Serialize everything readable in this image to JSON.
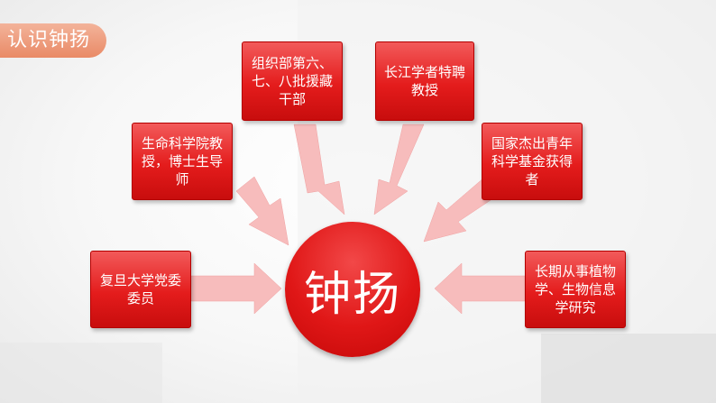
{
  "title": "认识钟扬",
  "center_label": "钟扬",
  "nodes": {
    "top_left": "组织部第六、七、八批援藏干部",
    "top_right": "长江学者特聘教授",
    "mid_left": "生命科学院教授，博士生导师",
    "mid_right": "国家杰出青年科学基金获得者",
    "bottom_left": "复旦大学党委委员",
    "bottom_right": "长期从事植物学、生物信息学研究"
  },
  "colors": {
    "box": "#e41c1c",
    "arrow": "#f6b3b3",
    "title_tag": "#ec9a78"
  }
}
